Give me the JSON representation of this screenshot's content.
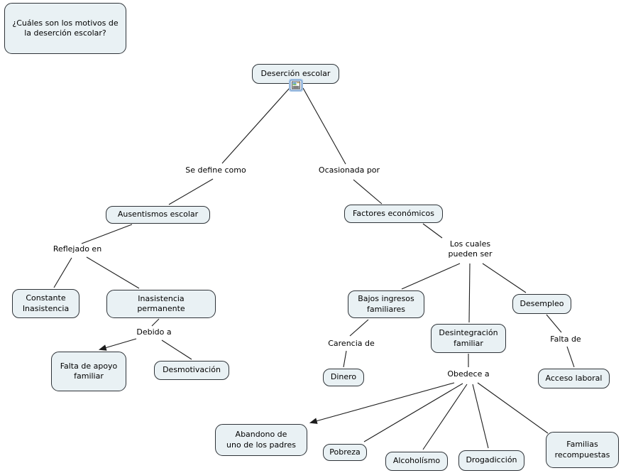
{
  "title": "Concept map: motivos de la deserción escolar",
  "question_box": {
    "label": "¿Cuáles son los motivos de\nla deserción escolar?"
  },
  "concepts": {
    "desercion_escolar": {
      "label": "Deserción escolar"
    },
    "ausentismos_escolar": {
      "label": "Ausentismos escolar"
    },
    "factores_economicos": {
      "label": "Factores económicos"
    },
    "constante_inasistencia": {
      "label": "Constante\nInasistencia"
    },
    "inasistencia_permanente": {
      "label": "Inasistencia\npermanente"
    },
    "falta_apoyo_familiar": {
      "label": "Falta de apoyo\nfamiliar"
    },
    "desmotivacion": {
      "label": "Desmotivación"
    },
    "bajos_ingresos": {
      "label": "Bajos ingresos\nfamiliares"
    },
    "desintegracion_familiar": {
      "label": "Desintegración\nfamiliar"
    },
    "desempleo": {
      "label": "Desempleo"
    },
    "dinero": {
      "label": "Dinero"
    },
    "acceso_laboral": {
      "label": "Acceso laboral"
    },
    "abandono_padres": {
      "label": "Abandono de\nuno de los padres"
    },
    "pobreza": {
      "label": "Pobreza"
    },
    "alcoholismo": {
      "label": "Alcoholísmo"
    },
    "drogadiccion": {
      "label": "Drogadicción"
    },
    "familias_recompuestas": {
      "label": "Familias\nrecompuestas"
    }
  },
  "link_phrases": {
    "se_define_como": {
      "label": "Se define como"
    },
    "ocasionada_por": {
      "label": "Ocasionada por"
    },
    "reflejado_en": {
      "label": "Reflejado en"
    },
    "debido_a": {
      "label": "Debido a"
    },
    "los_cuales": {
      "label": "Los cuales\npueden ser"
    },
    "carencia_de": {
      "label": "Carencia de"
    },
    "obedece_a": {
      "label": "Obedece a"
    },
    "falta_de": {
      "label": "Falta de"
    }
  },
  "icons": {
    "resource_icon": "document-image-resource-icon"
  },
  "colors": {
    "node_fill": "#e9f1f4",
    "node_border": "#2e3338",
    "line_color": "#1c1c1c",
    "icon_border": "#4a7ebb"
  }
}
